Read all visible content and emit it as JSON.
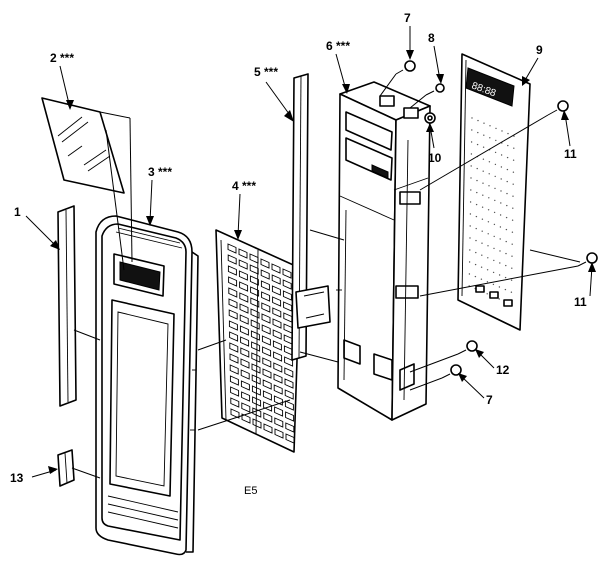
{
  "figure_code": "E5",
  "callouts": [
    {
      "id": "c1",
      "text": "1"
    },
    {
      "id": "c2",
      "text": "2 ***"
    },
    {
      "id": "c3",
      "text": "3 ***"
    },
    {
      "id": "c4",
      "text": "4 ***"
    },
    {
      "id": "c5",
      "text": "5 ***"
    },
    {
      "id": "c6",
      "text": "6 ***"
    },
    {
      "id": "c7a",
      "text": "7"
    },
    {
      "id": "c7b",
      "text": "7"
    },
    {
      "id": "c8",
      "text": "8"
    },
    {
      "id": "c9",
      "text": "9"
    },
    {
      "id": "c10",
      "text": "10"
    },
    {
      "id": "c11a",
      "text": "11"
    },
    {
      "id": "c11b",
      "text": "11"
    },
    {
      "id": "c12",
      "text": "12"
    },
    {
      "id": "c13",
      "text": "13"
    }
  ],
  "display_readout": "88:88"
}
